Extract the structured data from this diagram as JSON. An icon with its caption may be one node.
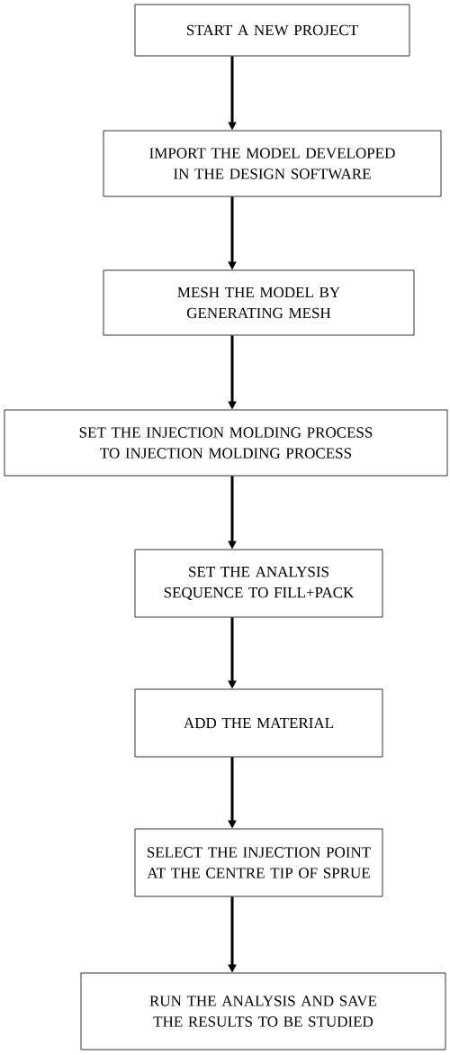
{
  "diagram": {
    "nodes": [
      {
        "text": [
          "START A NEW PROJECT"
        ]
      },
      {
        "text": [
          "IMPORT THE MODEL DEVELOPED IN THE DESIGN SOFTWARE"
        ]
      },
      {
        "text": [
          "MESH THE MODEL BY GENERATING MESH"
        ]
      },
      {
        "text": [
          "SET THE INJECTION MOLDING PROCESS TO INJECTION MOLDING PROCESS"
        ]
      },
      {
        "text": [
          "SET THE ANALYSIS SEQUENCE TO FILL+PACK"
        ]
      },
      {
        "text": [
          "ADD THE MATERIAL"
        ]
      },
      {
        "text": [
          "SELECT THE INJECTION POINT AT THE CENTRE TIP OF SPRUE"
        ]
      },
      {
        "text": [
          "RUN THE ANALYSIS AND SAVE THE RESULTS TO BE STUDIED"
        ]
      }
    ],
    "edges": [
      {
        "from": 0,
        "to": 1,
        "arrow": "to"
      },
      {
        "from": 1,
        "to": 2,
        "arrow": "to"
      },
      {
        "from": 2,
        "to": 3,
        "arrow": "to"
      },
      {
        "from": 3,
        "to": 4,
        "arrow": "to"
      },
      {
        "from": 4,
        "to": 5,
        "arrow": "to"
      },
      {
        "from": 5,
        "to": 6,
        "arrow": "to"
      },
      {
        "from": 6,
        "to": 7,
        "arrow": "to"
      }
    ]
  }
}
